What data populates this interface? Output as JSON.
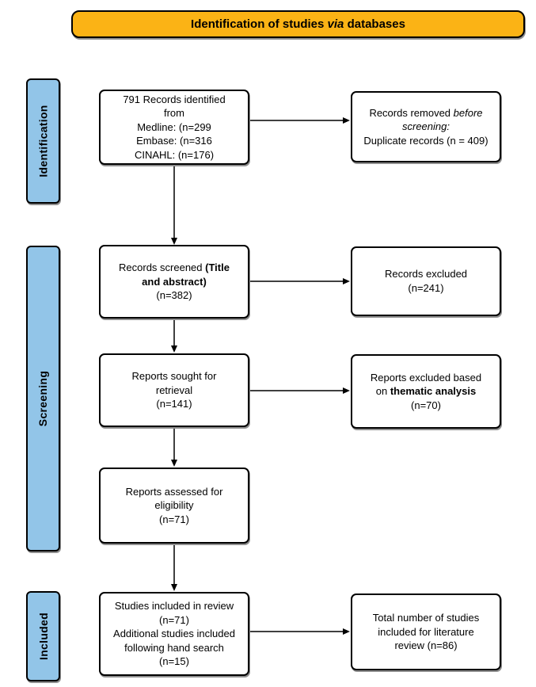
{
  "colors": {
    "banner-bg": "#FBB315",
    "stage-bg": "#92C5E8",
    "border": "#000000"
  },
  "title": {
    "segments": [
      {
        "t": "Identification of studies "
      },
      {
        "t": "via",
        "i": true
      },
      {
        "t": " databases"
      }
    ]
  },
  "stages": [
    {
      "label": "Identification"
    },
    {
      "label": "Screening"
    },
    {
      "label": "Included"
    }
  ],
  "boxes": {
    "left": [
      {
        "segments": [
          {
            "t": "791 Records identified"
          },
          {
            "t": "from",
            "br": true
          },
          {
            "t": "Medline: (n=299",
            "br": true
          },
          {
            "t": "Embase: (n=316",
            "br": true
          },
          {
            "t": "CINAHL: (n=176)",
            "br": true
          }
        ]
      },
      {
        "segments": [
          {
            "t": "Records screened "
          },
          {
            "t": "(Title",
            "b": true
          },
          {
            "t": "and abstract)",
            "b": true,
            "br": true
          },
          {
            "t": "(n=382)",
            "br": true
          }
        ]
      },
      {
        "segments": [
          {
            "t": "Reports sought for"
          },
          {
            "t": "retrieval",
            "br": true
          },
          {
            "t": "(n=141)",
            "br": true
          }
        ]
      },
      {
        "segments": [
          {
            "t": "Reports assessed for"
          },
          {
            "t": "eligibility",
            "br": true
          },
          {
            "t": "(n=71)",
            "br": true
          }
        ]
      },
      {
        "segments": [
          {
            "t": "Studies included in review"
          },
          {
            "t": "(n=71)",
            "br": true
          },
          {
            "t": "Additional studies included",
            "br": true
          },
          {
            "t": "following hand search",
            "br": true
          },
          {
            "t": "(n=15)",
            "br": true
          }
        ]
      }
    ],
    "right": [
      {
        "segments": [
          {
            "t": "Records removed "
          },
          {
            "t": "before",
            "i": true
          },
          {
            "t": "screening:",
            "i": true,
            "br": true
          },
          {
            "t": "Duplicate records (n = 409)",
            "br": true
          }
        ]
      },
      {
        "segments": [
          {
            "t": "Records excluded"
          },
          {
            "t": "(n=241)",
            "br": true
          }
        ]
      },
      {
        "segments": [
          {
            "t": "Reports excluded based"
          },
          {
            "t": "on ",
            "br": true
          },
          {
            "t": "thematic analysis",
            "b": true
          },
          {
            "t": "(n=70)",
            "br": true
          }
        ]
      },
      {
        "segments": [
          {
            "t": "Total number of studies"
          },
          {
            "t": "included for literature",
            "br": true
          },
          {
            "t": "review (n=86)",
            "br": true
          }
        ]
      }
    ]
  }
}
